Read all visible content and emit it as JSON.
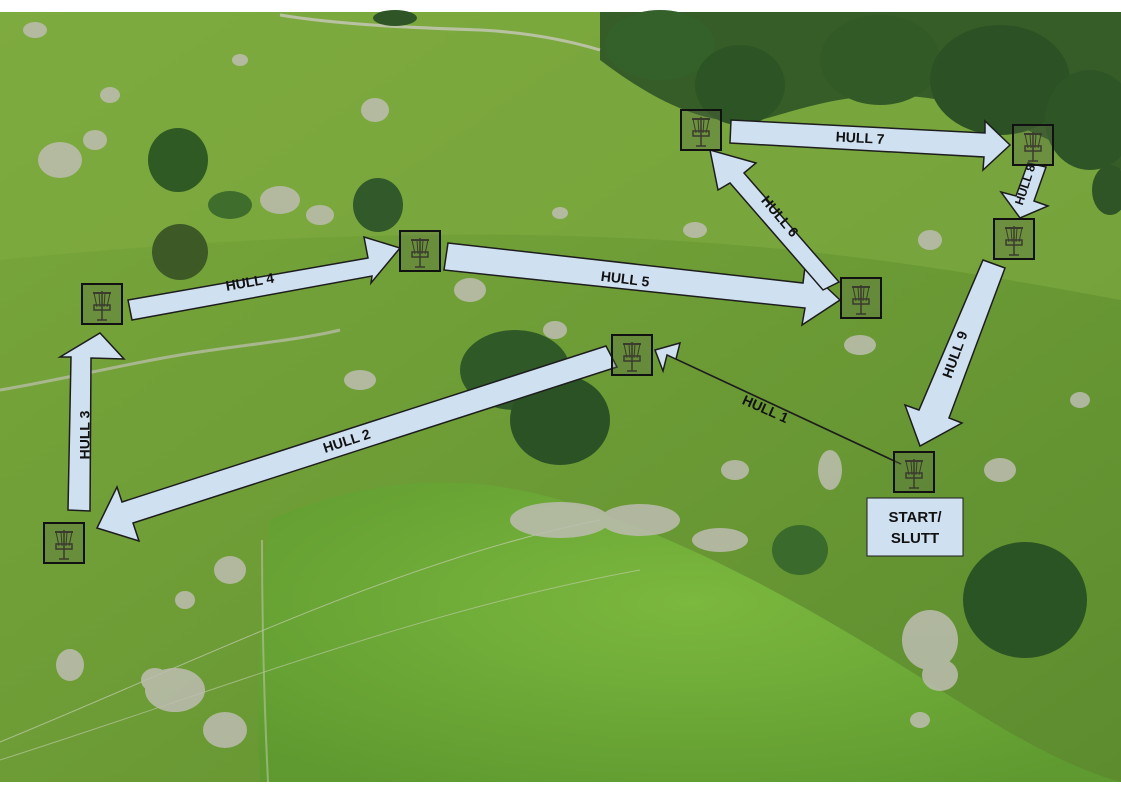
{
  "course": {
    "start_label_line1": "START/",
    "start_label_line2": "SLUTT",
    "holes": [
      {
        "label": "HULL 1"
      },
      {
        "label": "HULL 2"
      },
      {
        "label": "HULL 3"
      },
      {
        "label": "HULL 4"
      },
      {
        "label": "HULL 5"
      },
      {
        "label": "HULL 6"
      },
      {
        "label": "HULL 7"
      },
      {
        "label": "HULL 8"
      },
      {
        "label": "HULL 9"
      }
    ]
  },
  "colors": {
    "arrow_fill": "#cfe0f1",
    "arrow_stroke": "#1d1d1d",
    "grass_light": "#7fae3e",
    "grass_dark": "#5d8a2f",
    "meadow": "#6ea238",
    "rock": "#b9b9ad",
    "tree": "#2f5a24"
  },
  "icons": {
    "basket": "disc-golf-basket-icon"
  }
}
